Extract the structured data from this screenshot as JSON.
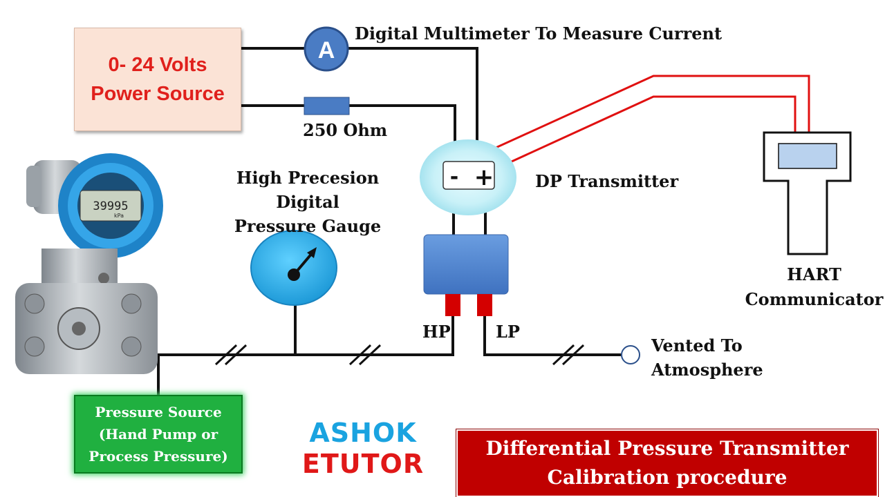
{
  "power_source": {
    "line1": "0- 24 Volts",
    "line2": "Power Source"
  },
  "ammeter": {
    "symbol": "A"
  },
  "labels": {
    "multimeter": "Digital Multimeter To Measure Current",
    "resistor": "250 Ohm",
    "gauge_line1": "High Precesion",
    "gauge_line2": "Digital",
    "gauge_line3": "Pressure Gauge",
    "dp_transmitter": "DP Transmitter",
    "hart_line1": "HART",
    "hart_line2": "Communicator",
    "hp": "HP",
    "lp": "LP",
    "vented_line1": "Vented To",
    "vented_line2": "Atmosphere"
  },
  "terminals": {
    "negative": "-",
    "positive": "+"
  },
  "device_display": {
    "reading": "39995",
    "unit": "kPa"
  },
  "pressure_source": {
    "line1": "Pressure Source",
    "line2": "(Hand Pump or",
    "line3": "Process Pressure)"
  },
  "brand": {
    "line1": "ASHOK",
    "line2": "ETUTOR"
  },
  "title": {
    "line1": "Differential Pressure Transmitter",
    "line2": "Calibration procedure"
  },
  "colors": {
    "power_text": "#e0201c",
    "ammeter_fill": "#4a7cc4",
    "hart_wire": "#e01010",
    "gauge_fill": "#29aee8",
    "pressure_source_fill": "#20b040",
    "title_fill": "#c00000",
    "brand_blue": "#1aa3e0",
    "brand_red": "#e01818"
  }
}
